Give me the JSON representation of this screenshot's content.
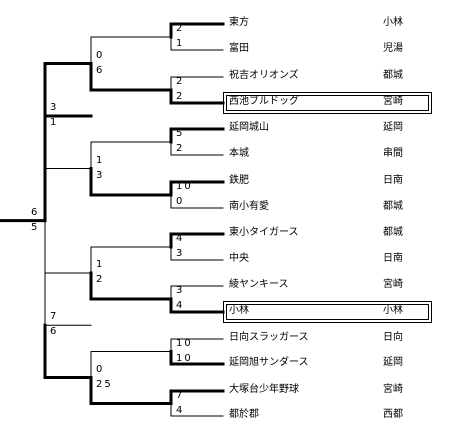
{
  "teams": [
    {
      "name": "東方",
      "pref": "小林"
    },
    {
      "name": "富田",
      "pref": "児湯"
    },
    {
      "name": "祝吉オリオンズ",
      "pref": "都城"
    },
    {
      "name": "西池ブルドッグ",
      "pref": "宮崎"
    },
    {
      "name": "延岡城山",
      "pref": "延岡"
    },
    {
      "name": "本城",
      "pref": "串間"
    },
    {
      "name": "鉄肥",
      "pref": "日南"
    },
    {
      "name": "南小有愛",
      "pref": "都城"
    },
    {
      "name": "東小タイガース",
      "pref": "都城"
    },
    {
      "name": "中央",
      "pref": "日南"
    },
    {
      "name": "綾ヤンキース",
      "pref": "宮崎"
    },
    {
      "name": "小林",
      "pref": "小林"
    },
    {
      "name": "日向スラッガース",
      "pref": "日向"
    },
    {
      "name": "延岡旭サンダース",
      "pref": "延岡"
    },
    {
      "name": "大塚台少年野球",
      "pref": "宮崎"
    },
    {
      "name": "都於郡",
      "pref": "西都"
    }
  ],
  "highlighted": [
    3,
    11
  ],
  "scores": {
    "r1": [
      [
        "2",
        "1"
      ],
      [
        "2",
        "2"
      ],
      [
        "5",
        "2"
      ],
      [
        "10",
        "0"
      ],
      [
        "4",
        "3"
      ],
      [
        "3",
        "4"
      ],
      [
        "10",
        "10"
      ],
      [
        "7",
        "4"
      ]
    ],
    "r2": [
      [
        "0",
        "6"
      ],
      [
        "1",
        "3"
      ],
      [
        "1",
        "2"
      ],
      [
        "0",
        "25"
      ]
    ],
    "r3": [
      [
        "3",
        "1"
      ],
      [
        "7",
        "6"
      ]
    ],
    "final": [
      "6",
      "5"
    ]
  },
  "winners": {
    "r1": [
      0,
      1,
      0,
      0,
      0,
      1,
      1,
      0
    ],
    "r2": [
      1,
      1,
      1,
      1
    ],
    "r3": [
      0,
      1
    ],
    "final": 0
  }
}
